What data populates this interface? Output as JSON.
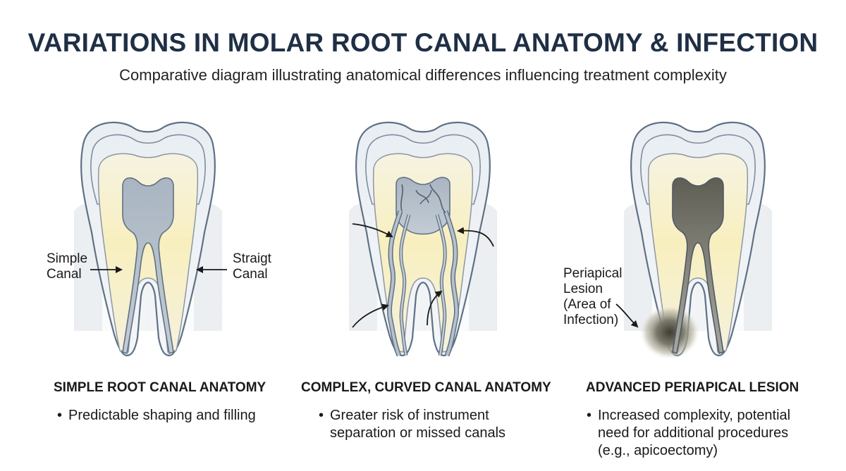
{
  "header": {
    "title": "VARIATIONS IN MOLAR ROOT CANAL ANATOMY & INFECTION",
    "subtitle": "Comparative diagram illustrating anatomical differences influencing treatment complexity"
  },
  "panels": [
    {
      "heading": "SIMPLE ROOT CANAL ANATOMY",
      "bullet": "Predictable shaping and filling",
      "labels": {
        "left": "Simple\nCanal",
        "right": "Straigt\nCanal"
      }
    },
    {
      "heading": "COMPLEX, CURVED CANAL ANATOMY",
      "bullet": "Greater risk of instrument separation or missed canals"
    },
    {
      "heading": "ADVANCED PERIAPICAL LESION",
      "bullet": "Increased complexity, potential need for additional procedures (e.g., apicoectomy)",
      "labels": {
        "lesion": "Periapical\nLesion\n(Area of\nInfection)"
      }
    }
  ],
  "bullet_symbol": "•",
  "colors": {
    "title": "#1f2f45",
    "outline": "#5f7185",
    "enamel": "#eef2f6",
    "dentin": "#f7f0c8",
    "pulp": "#b6c1cc",
    "lesion": "#4a4a40"
  }
}
